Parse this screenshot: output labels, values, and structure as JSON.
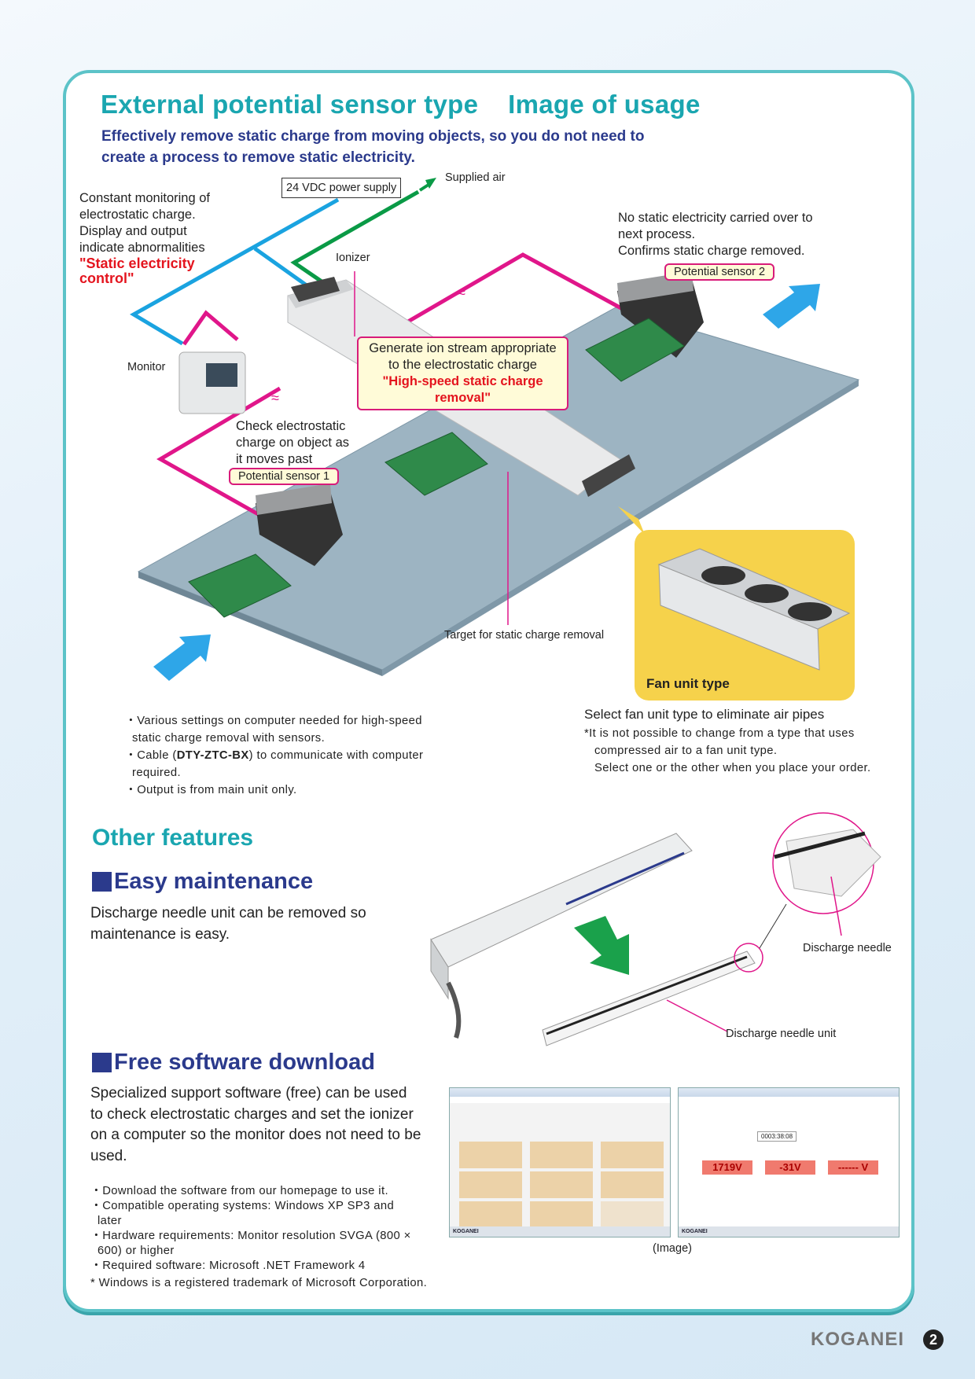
{
  "header": {
    "title": "External potential sensor type    Image of usage",
    "subtitle": "Effectively remove static charge from moving objects, so you do not need to create a process to remove static electricity."
  },
  "diagram": {
    "monitoring_text": [
      "Constant monitoring of",
      "electrostatic charge.",
      "Display and output",
      "indicate abnormalities"
    ],
    "monitoring_highlight": "\"Static electricity control\"",
    "power_supply": "24 VDC power supply",
    "supplied_air": "Supplied air",
    "ionizer": "Ionizer",
    "monitor": "Monitor",
    "next_process_text": [
      "No static electricity carried over to",
      "next process.",
      "Confirms static charge removed."
    ],
    "sensor2": "Potential sensor 2",
    "generate_text": [
      "Generate ion stream appropriate",
      "to the electrostatic charge"
    ],
    "generate_highlight": "\"High-speed static charge removal\"",
    "check_text": [
      "Check electrostatic",
      "charge on object as",
      "it moves past"
    ],
    "sensor1": "Potential sensor 1",
    "target": "Target for static charge removal",
    "fan_unit": "Fan unit type",
    "colors": {
      "power": "#1aa3e0",
      "air": "#0a9a46",
      "signal": "#e0168a"
    }
  },
  "notes_left": [
    "・Various settings on computer needed for high-speed",
    "static charge removal with sensors.",
    "・Cable (",
    "DTY-ZTC-BX",
    ") to communicate with computer",
    "required.",
    "・Output is from main unit only."
  ],
  "notes_right": {
    "heading": "Select fan unit type to eliminate air pipes",
    "lines": [
      "*It is not possible to change from a type that uses",
      "compressed air to a fan unit type.",
      "Select one or the other when you place your order."
    ]
  },
  "other_features": {
    "title": "Other features",
    "easy": {
      "title": "Easy maintenance",
      "text": [
        "Discharge needle unit can be removed so",
        "maintenance is easy."
      ],
      "needle_label": "Discharge needle",
      "unit_label": "Discharge needle unit"
    },
    "software": {
      "title": "Free software download",
      "text": [
        "Specialized support software (free) can be used",
        "to check electrostatic charges and set the ionizer",
        "on a computer so the monitor does not need to be",
        "used."
      ],
      "bullets": [
        "・Download the software from our homepage to use it.",
        "・Compatible operating systems: Windows XP SP3 and",
        "later",
        "・Hardware requirements: Monitor resolution SVGA (800 ×",
        "600) or higher",
        "・Required software: Microsoft .NET Framework 4",
        "* Windows is a registered trademark of Microsoft Corporation."
      ],
      "caption": "(Image)",
      "screens": {
        "brand": "KOGANEI",
        "elapsed": "0003:38:08",
        "values": [
          "1719V",
          "-31V",
          "------ V"
        ]
      }
    }
  },
  "footer": {
    "brand": "KOGANEI",
    "page": "2"
  }
}
